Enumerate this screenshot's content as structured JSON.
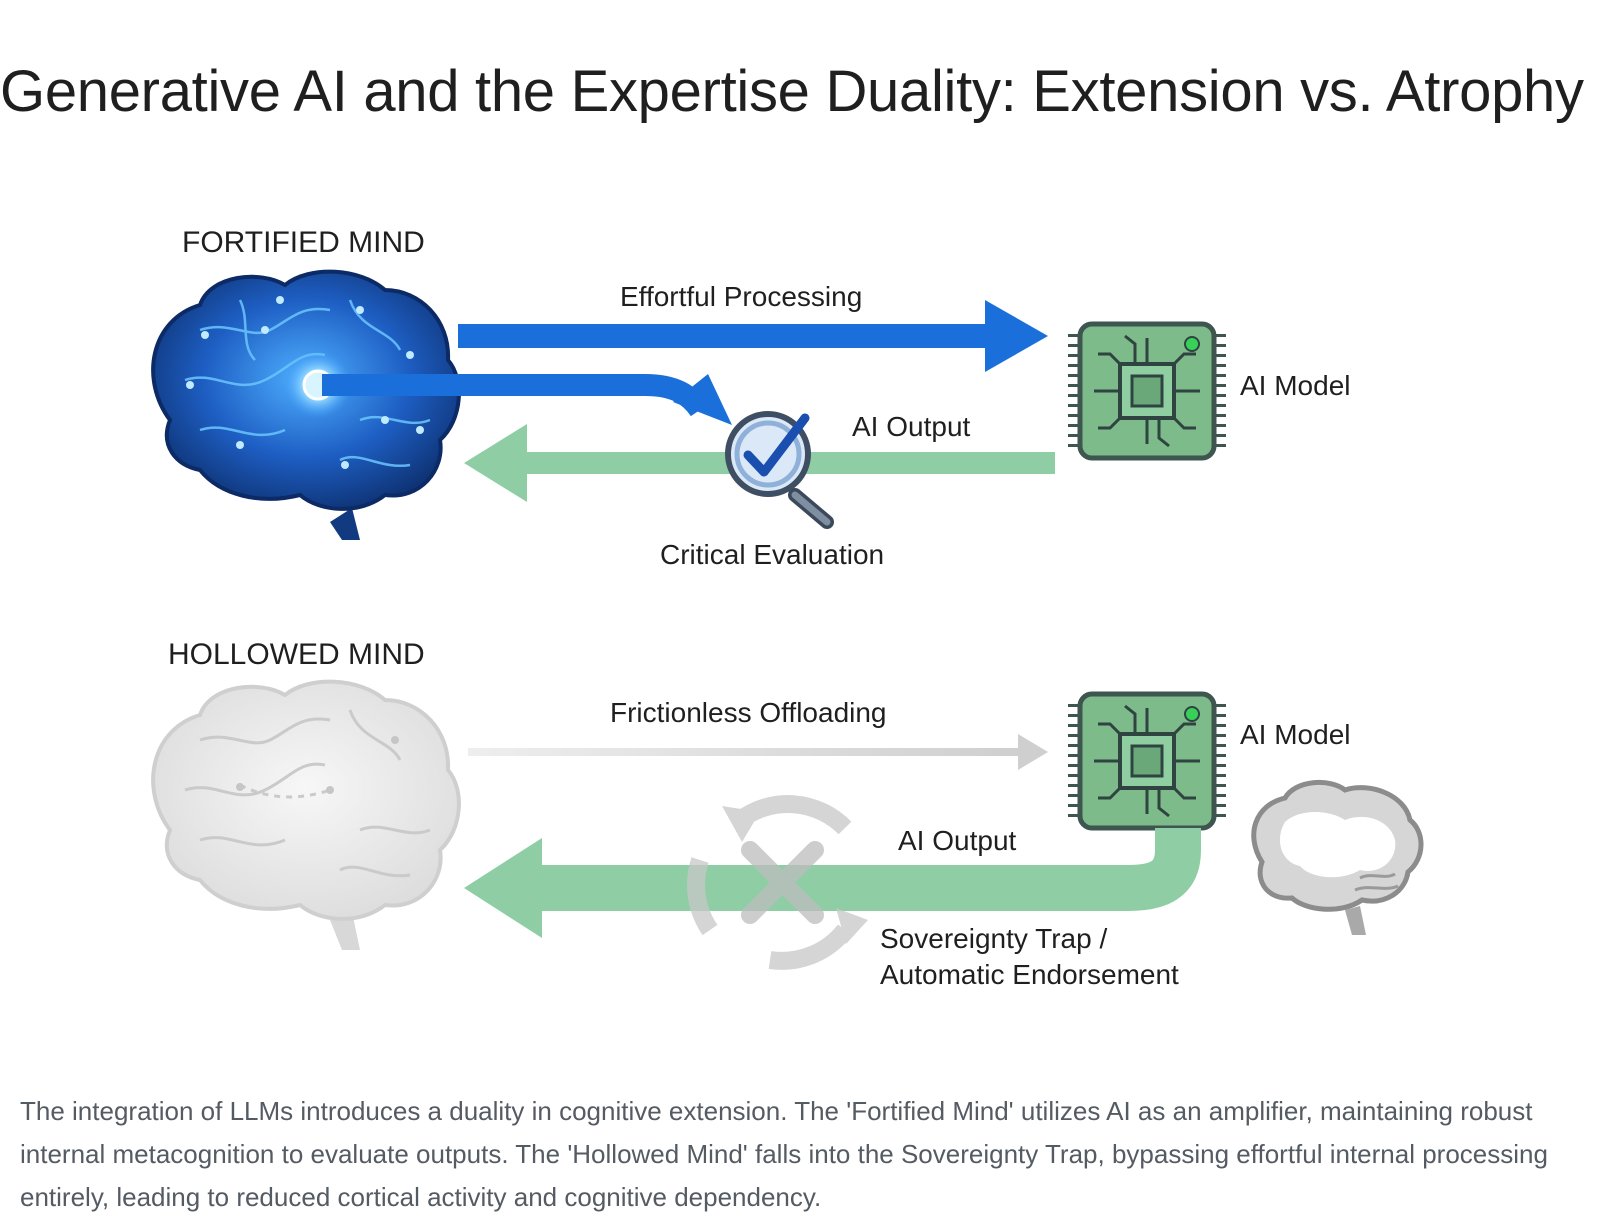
{
  "title": "Generative AI and the Expertise Duality: Extension vs. Atrophy",
  "fortified": {
    "heading": "FORTIFIED MIND",
    "effortful_label": "Effortful Processing",
    "ai_model_label": "AI Model",
    "ai_output_label": "AI Output",
    "evaluation_label": "Critical Evaluation"
  },
  "hollowed": {
    "heading": "HOLLOWED MIND",
    "offloading_label": "Frictionless Offloading",
    "ai_model_label": "AI Model",
    "ai_output_label": "AI Output",
    "trap_label_line1": "Sovereignty Trap /",
    "trap_label_line2": "Automatic Endorsement"
  },
  "caption": "The integration of LLMs introduces a duality in cognitive extension. The 'Fortified Mind' utilizes AI as an amplifier, maintaining robust internal metacognition to evaluate outputs. The 'Hollowed Mind' falls into the Sovereignty Trap, bypassing effortful internal processing entirely, leading to reduced cortical activity and cognitive dependency.",
  "colors": {
    "blue_arrow": "#1a6fdb",
    "green_arrow": "#8fcea5",
    "chip_fill": "#7dbb8a",
    "chip_border": "#3f5550",
    "brain_blue": "#174a9c",
    "brain_grey": "#d9d9d9"
  }
}
